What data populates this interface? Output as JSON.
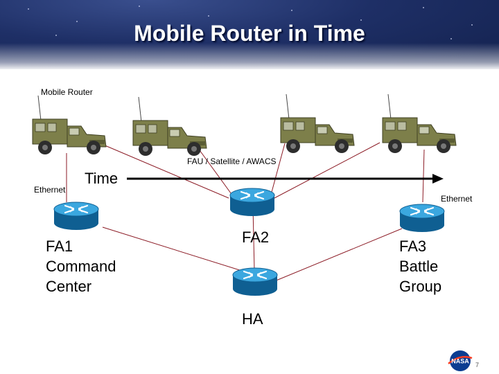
{
  "title": "Mobile Router in Time",
  "labels": {
    "mobile_router": "Mobile Router",
    "fau": "FAU / Satellite / AWACS",
    "time": "Time",
    "ethernet_left": "Ethernet",
    "ethernet_right": "Ethernet",
    "fa1": [
      "FA1",
      "Command",
      "Center"
    ],
    "fa2": "FA2",
    "fa3": [
      "FA3",
      "Battle",
      "Group"
    ],
    "ha": "HA"
  },
  "page_number": "7",
  "logo": "NASA",
  "colors": {
    "header_dark": "#13214d",
    "router_blue": "#1e8fc8",
    "link_line": "#8b1a24",
    "vehicle_green": "#7d7f4a"
  },
  "icons": [
    "router-icon",
    "military-vehicle-icon",
    "nasa-logo"
  ]
}
